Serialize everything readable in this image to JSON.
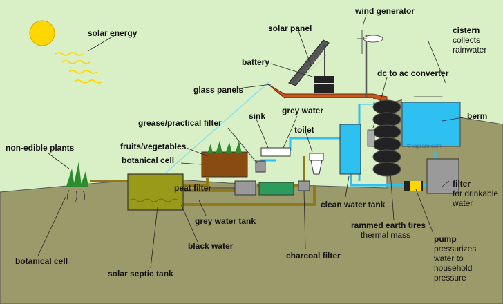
{
  "colors": {
    "sky": "#d9f0c6",
    "ground": "#9a9a6a",
    "water": "#2fc0f2",
    "roof": "#c9571c",
    "sun": "#ffd700",
    "pipe": "#8f7a17"
  },
  "labels": {
    "solar_energy": "solar energy",
    "solar_panel": "solar panel",
    "wind_generator": "wind generator",
    "cistern": "cistern",
    "cistern_desc_1": "collects",
    "cistern_desc_2": "rainwater",
    "battery": "battery",
    "glass_panels": "glass panels",
    "dc_to_ac": "dc to ac converter",
    "grey_water": "grey water",
    "sink": "sink",
    "grease_filter": "grease/practical filter",
    "fruits_vegetables": "fruits/vegetables",
    "botanical_cell_inner": "botanical cell",
    "toilet": "toilet",
    "berm": "berm",
    "non_edible_plants": "non-edible plants",
    "peat_filter": "peat filter",
    "clean_water_tank": "clean water tank",
    "filter": "filter",
    "filter_desc_1": "for drinkable",
    "filter_desc_2": "water",
    "grey_water_tank": "grey water tank",
    "rammed_earth": "rammed earth tires",
    "thermal_mass": "thermal mass",
    "black_water": "black water",
    "pump": "pump",
    "pump_desc_1": "pressurizes",
    "pump_desc_2": "water to",
    "pump_desc_3": "household",
    "pump_desc_4": "pressure",
    "botanical_cell_outer": "botanical cell",
    "charcoal_filter": "charcoal filter",
    "solar_septic_tank": "solar septic tank",
    "watermark": "© iagram.com"
  }
}
